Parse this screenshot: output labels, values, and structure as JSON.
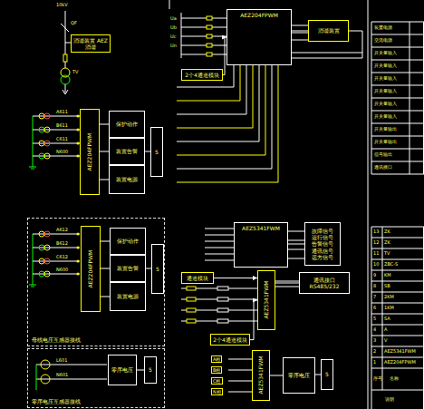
{
  "diagram": {
    "nodes": [
      {
        "text": [
          "消谐装置 AEZ消谐"
        ]
      },
      {
        "text": [
          "AEZ204FPWM"
        ]
      },
      {
        "text": [
          "保护动作"
        ]
      },
      {
        "text": [
          "装置告警"
        ]
      },
      {
        "text": [
          "装置电源"
        ]
      },
      {
        "text": [
          "5"
        ]
      },
      {
        "text": [
          "母线电压互感器接线"
        ]
      },
      {
        "text": [
          "AEZ204FPWM"
        ],
        "in": 6
      },
      {
        "text": [
          "保护动作"
        ],
        "in": 6
      },
      {
        "text": [
          "装置告警"
        ],
        "in": 6
      },
      {
        "text": [
          "装置电源"
        ],
        "in": 6
      },
      {
        "text": [
          "5"
        ],
        "in": 6
      },
      {
        "text": [
          "零序电压互感器接线"
        ]
      },
      {
        "text": [
          "零序电压"
        ],
        "in": 12
      },
      {
        "text": [
          "5"
        ],
        "in": 12
      },
      {
        "text": [
          "AEZ204FPWM"
        ]
      },
      {
        "text": [
          "消谐装置"
        ]
      },
      {
        "text": [
          "2个4通道模块"
        ]
      },
      {
        "text": [
          "AEZ5341FWM"
        ]
      },
      {
        "text": [
          "故障信号",
          "运行信号",
          "告警信号",
          "通讯信号",
          "远方信号"
        ]
      },
      {
        "text": [
          "通道模块"
        ]
      },
      {
        "text": [
          "AEZ5341FWM"
        ]
      },
      {
        "text": [
          "通讯接口 RS485/232"
        ]
      },
      {
        "text": [
          "2个4通道模块"
        ]
      },
      {
        "text": [
          "AEZ5341FWM"
        ]
      },
      {
        "text": [
          "零序电压"
        ]
      },
      {
        "text": [
          "5"
        ]
      }
    ],
    "edges": [
      {
        "from": 1,
        "to": 2,
        "arrow": "none"
      },
      {
        "from": 1,
        "to": 3,
        "arrow": "none"
      },
      {
        "from": 1,
        "to": 4,
        "arrow": "none"
      },
      {
        "from": 3,
        "to": 5,
        "arrow": "none"
      },
      {
        "from": 7,
        "to": 8,
        "arrow": "none"
      },
      {
        "from": 7,
        "to": 9,
        "arrow": "none"
      },
      {
        "from": 7,
        "to": 10,
        "arrow": "none"
      },
      {
        "from": 9,
        "to": 11,
        "arrow": "none"
      },
      {
        "from": 13,
        "to": 14,
        "arrow": "none"
      },
      {
        "from": 17,
        "to": 15,
        "arrow": "to"
      },
      {
        "from": 15,
        "to": 16,
        "arrow": "none"
      },
      {
        "from": 18,
        "to": 19,
        "arrow": "none"
      },
      {
        "from": 20,
        "to": 21,
        "arrow": "to"
      },
      {
        "from": 21,
        "to": 22,
        "arrow": "none"
      },
      {
        "from": 23,
        "to": 21,
        "arrow": "to"
      },
      {
        "from": 24,
        "to": 25,
        "arrow": "none"
      },
      {
        "from": 25,
        "to": 26,
        "arrow": "none"
      }
    ],
    "labels": [
      "10kV",
      "QF",
      "TV",
      "A611",
      "B611",
      "C611",
      "N600",
      "A612",
      "B612",
      "C612",
      "N600",
      "L601",
      "N601",
      "Ua",
      "Ub",
      "Uc",
      "Un",
      "A相",
      "B相",
      "C相",
      "N相",
      "装置电源",
      "交流电源",
      "开关量输入",
      "开关量输入",
      "开关量输入",
      "开关量输入",
      "开关量输入",
      "开关量输入",
      "开关量输出",
      "开关量输出",
      "信号输出",
      "通讯接口",
      "13",
      "12",
      "11",
      "10",
      "9",
      "8",
      "7",
      "6",
      "5",
      "4",
      "3",
      "2",
      "1",
      "ZK",
      "ZK",
      "TV",
      "ZBC-S",
      "KM",
      "SB",
      "2KM",
      "1KM",
      "SA",
      "A",
      "V",
      "AEZ5341FWM",
      "AEZ204FPWM",
      "序号",
      "名称",
      "说明"
    ]
  }
}
